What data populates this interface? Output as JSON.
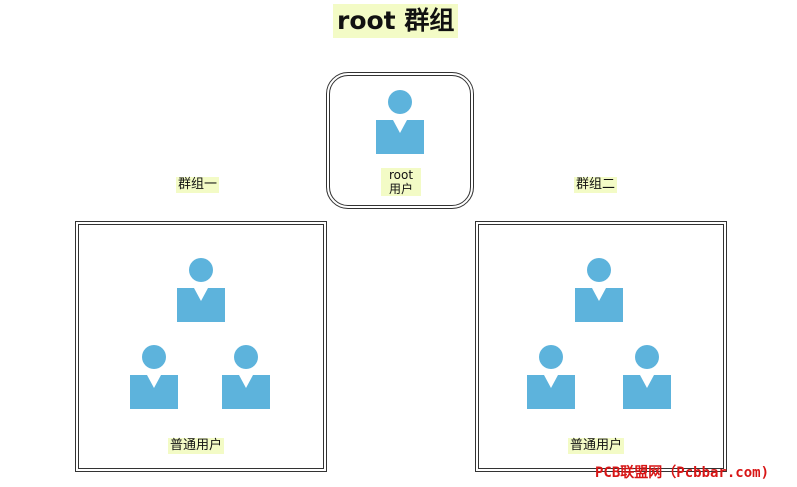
{
  "title": "root 群组",
  "root_node": {
    "line1": "root",
    "line2": "用户"
  },
  "group1": {
    "label": "群组一",
    "users_label": "普通用户"
  },
  "group2": {
    "label": "群组二",
    "users_label": "普通用户"
  },
  "watermark": "PCB联盟网（Pcbbar.com)",
  "colors": {
    "user_icon": "#5db3dc",
    "label_highlight": "#f3fbc6",
    "border": "#333333",
    "watermark": "#d81515"
  }
}
